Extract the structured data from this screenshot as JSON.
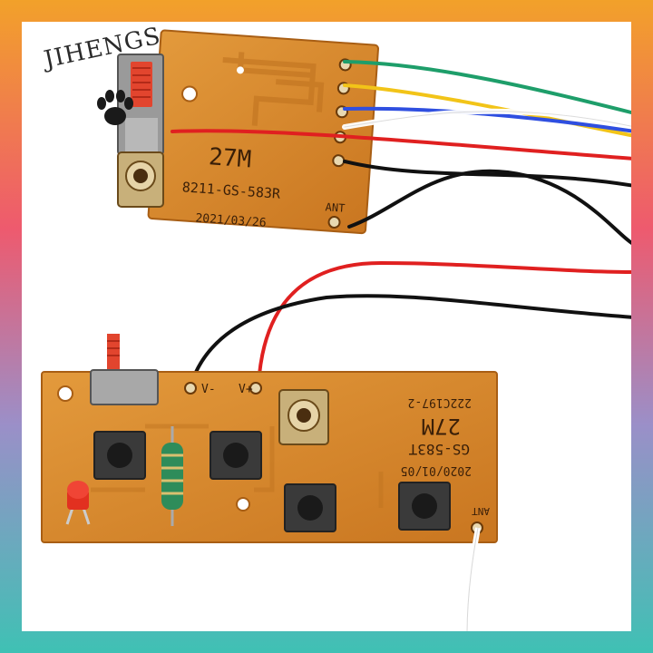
{
  "brand": {
    "name": "JIHENGS",
    "icon": "paw-icon"
  },
  "transmitter_board": {
    "frequency": "27M",
    "model": "8211-GS-583R",
    "date": "2021/03/26",
    "antenna_label": "ANT",
    "wire_colors": [
      "#1e9e6a",
      "#f2c418",
      "#2f4fe0",
      "#ffffff",
      "#e02020",
      "#111111",
      "#111111"
    ]
  },
  "controller_board": {
    "frequency": "27M",
    "model": "GS-583T",
    "date": "2020/01/05",
    "code": "222C197-2",
    "antenna_label": "ANT",
    "pin_labels": [
      "V-",
      "V+"
    ],
    "wire_colors": [
      "#e02020",
      "#111111",
      "#ffffff"
    ]
  },
  "colors": {
    "pcb": "#d98a2b",
    "pcb_edge": "#b86a18",
    "frame_top": "#f2a12a",
    "frame_bottom": "#3fc1b4"
  }
}
